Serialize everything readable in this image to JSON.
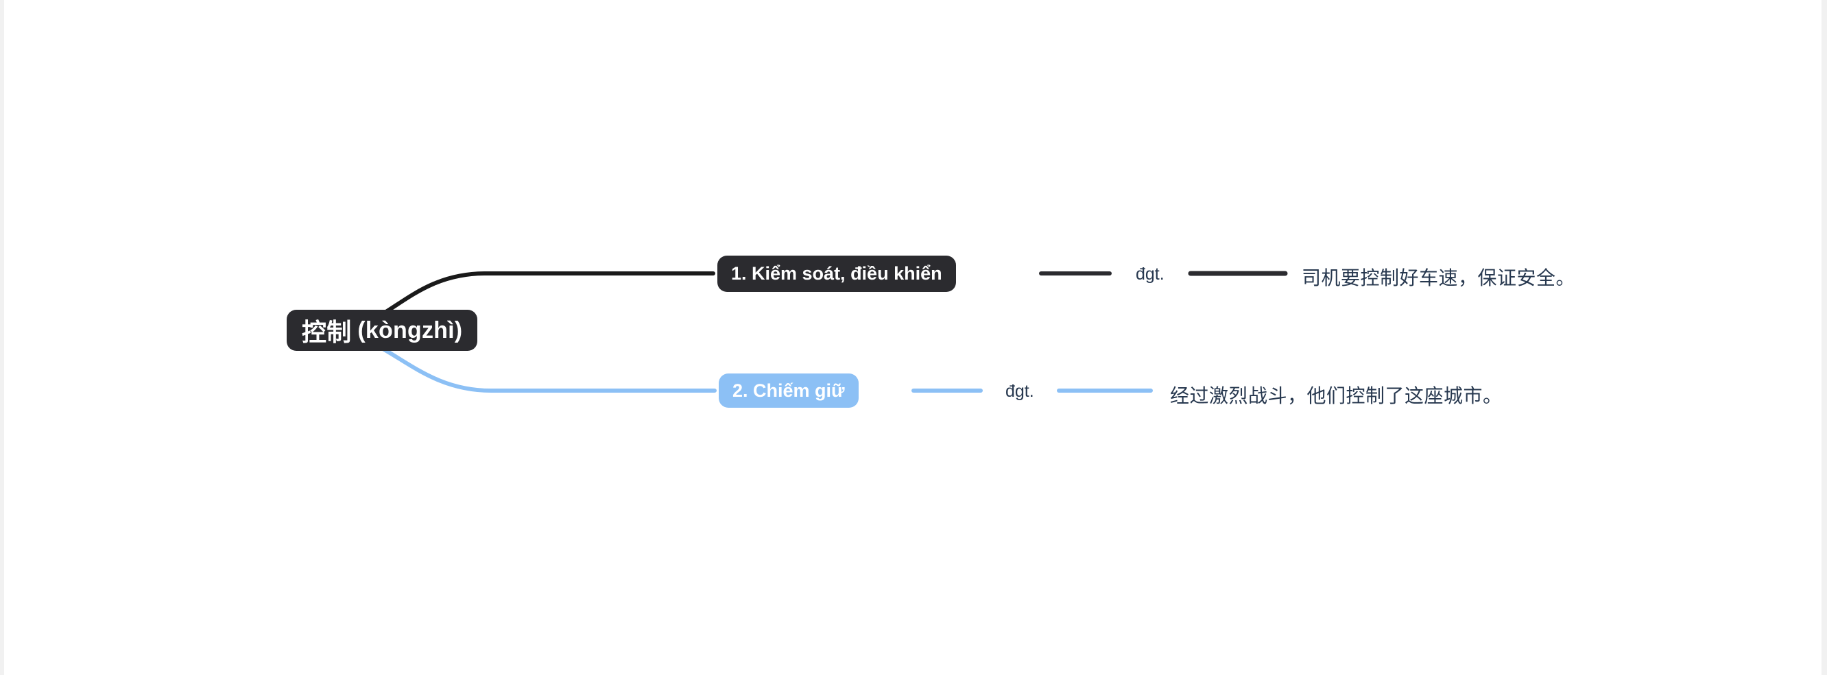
{
  "canvas": {
    "background": "#ffffff",
    "gutter_color": "#f1f1f1"
  },
  "mindmap": {
    "root": {
      "headword": "控制",
      "pinyin": "(kòngzhì)",
      "full_label": "控制 (kòngzhì)",
      "background": "#2b2b2f",
      "text_color": "#ffffff"
    },
    "branches": [
      {
        "id": 1,
        "label": "1. Kiểm soát, điều khiển",
        "background": "#2b2b2f",
        "text_color": "#ffffff",
        "edge_color": "#1a1a1a",
        "pos_label": "đgt.",
        "example": "司机要控制好车速，保证安全。"
      },
      {
        "id": 2,
        "label": "2. Chiếm giữ",
        "background": "#8cc0f5",
        "text_color": "#ffffff",
        "edge_color": "#8cc0f5",
        "pos_label": "đgt.",
        "example": "经过激烈战斗，他们控制了这座城市。"
      }
    ]
  }
}
